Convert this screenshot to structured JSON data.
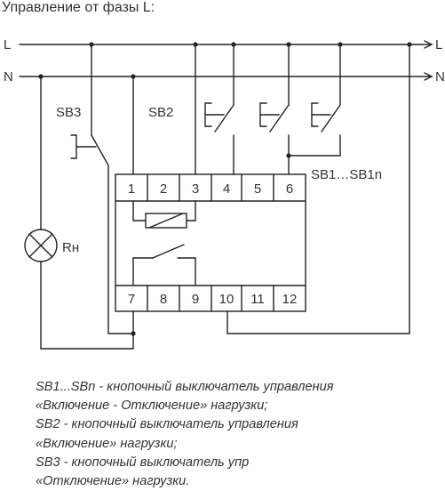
{
  "title": "Управление от фазы L:",
  "buses": {
    "phase_label": "L",
    "neutral_label": "N"
  },
  "switch_labels": {
    "sb3": "SB3",
    "sb2": "SB2",
    "sb1n": "SB1…SB1n"
  },
  "load_label": "Rн",
  "terminals_top": [
    "1",
    "2",
    "3",
    "4",
    "5",
    "6"
  ],
  "terminals_bottom": [
    "7",
    "8",
    "9",
    "10",
    "11",
    "12"
  ],
  "legend": [
    "SB1...SBn - кнопочный выключатель управления",
    "«Включение - Отключение» нагрузки;",
    "SB2 - кнопочный выключатель управления",
    "«Включение» нагрузки;",
    "SB3 - кнопочный выключатель упр",
    "«Отключение» нагрузки."
  ]
}
